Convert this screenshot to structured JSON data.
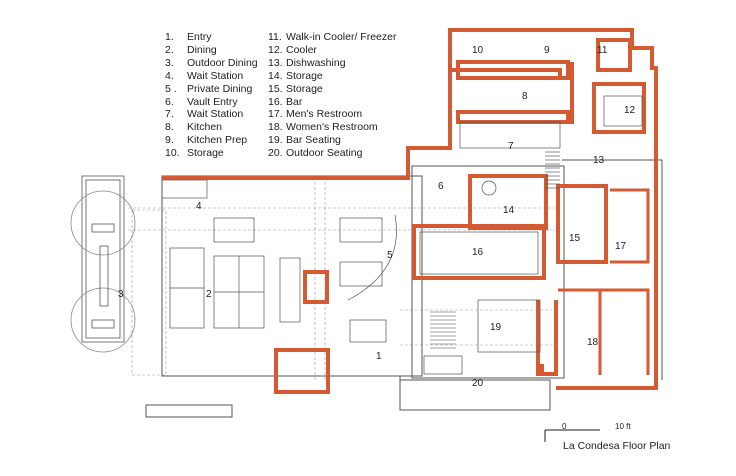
{
  "title": "La Condesa Floor Plan",
  "scale": {
    "start": "0",
    "end": "10 ft"
  },
  "legend": [
    {
      "num": "1.",
      "label": "Entry"
    },
    {
      "num": "2.",
      "label": "Dining"
    },
    {
      "num": "3.",
      "label": "Outdoor Dining"
    },
    {
      "num": "4.",
      "label": "Wait Station"
    },
    {
      "num": "5 .",
      "label": "Private Dining"
    },
    {
      "num": "6.",
      "label": "Vault Entry"
    },
    {
      "num": "7.",
      "label": "Wait Station"
    },
    {
      "num": "8.",
      "label": "Kitchen"
    },
    {
      "num": "9.",
      "label": "Kitchen Prep"
    },
    {
      "num": "10.",
      "label": "Storage"
    },
    {
      "num": "11.",
      "label": "Walk-in Cooler/ Freezer"
    },
    {
      "num": "12.",
      "label": "Cooler"
    },
    {
      "num": "13.",
      "label": "Dishwashing"
    },
    {
      "num": "14.",
      "label": "Storage"
    },
    {
      "num": "15.",
      "label": "Storage"
    },
    {
      "num": "16.",
      "label": "Bar"
    },
    {
      "num": "17.",
      "label": "Men's Restroom"
    },
    {
      "num": "18.",
      "label": "Women's Restroom"
    },
    {
      "num": "19.",
      "label": "Bar Seating"
    },
    {
      "num": "20.",
      "label": "Outdoor Seating"
    }
  ],
  "room_labels": [
    "1",
    "2",
    "3",
    "4",
    "5",
    "6",
    "7",
    "8",
    "9",
    "10",
    "11",
    "12",
    "13",
    "14",
    "15",
    "16",
    "17",
    "18",
    "19",
    "20"
  ],
  "colors": {
    "wall": "#d35a33",
    "line": "#555555",
    "text": "#1e1e1e"
  }
}
